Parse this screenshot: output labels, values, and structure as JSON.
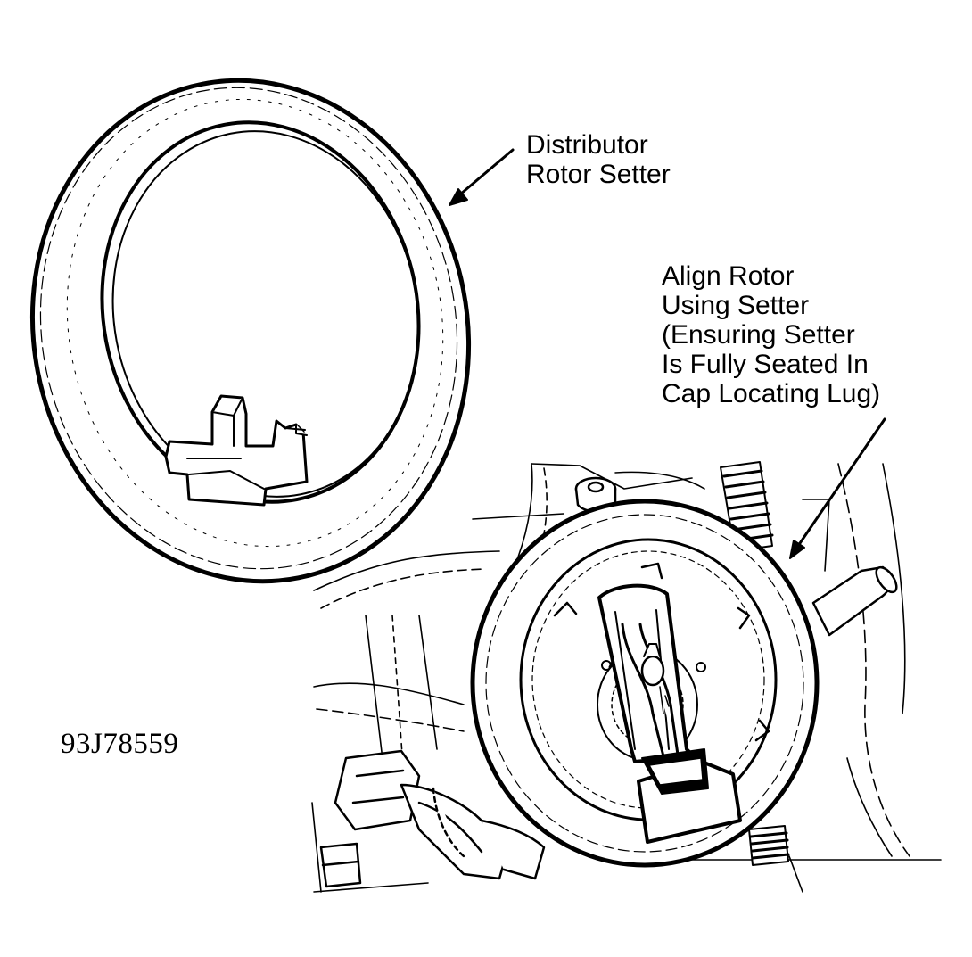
{
  "callouts": {
    "setter": [
      "Distributor",
      "Rotor Setter"
    ],
    "align": [
      "Align Rotor",
      "Using Setter",
      "(Ensuring Setter",
      "Is Fully Seated In",
      "Cap Locating Lug)"
    ]
  },
  "figure_id": "93J78559",
  "colors": {
    "ink": "#000000",
    "paper": "#ffffff"
  }
}
